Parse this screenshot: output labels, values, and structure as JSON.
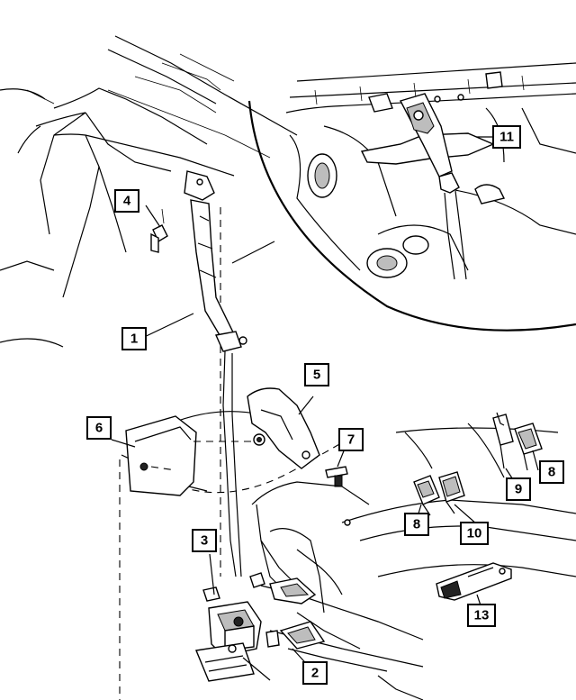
{
  "callouts": [
    {
      "id": "c1",
      "label": "1"
    },
    {
      "id": "c2",
      "label": "2"
    },
    {
      "id": "c3",
      "label": "3"
    },
    {
      "id": "c4",
      "label": "4"
    },
    {
      "id": "c5",
      "label": "5"
    },
    {
      "id": "c6",
      "label": "6"
    },
    {
      "id": "c7",
      "label": "7"
    },
    {
      "id": "c8a",
      "label": "8"
    },
    {
      "id": "c8b",
      "label": "8"
    },
    {
      "id": "c9",
      "label": "9"
    },
    {
      "id": "c10",
      "label": "10"
    },
    {
      "id": "c11",
      "label": "11"
    },
    {
      "id": "c13",
      "label": "13"
    }
  ]
}
